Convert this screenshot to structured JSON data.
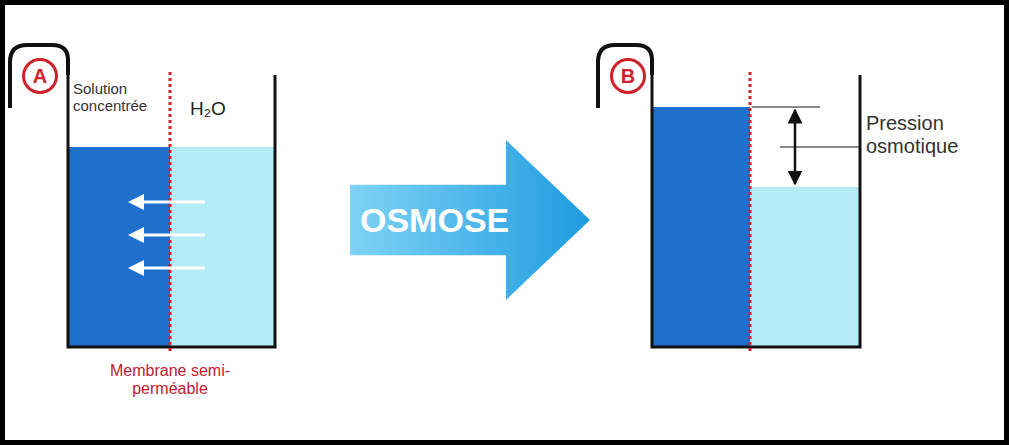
{
  "diagram": {
    "nodes": [
      {
        "text": [
          "A"
        ]
      },
      {
        "text": [
          "OSMOSE"
        ]
      },
      {
        "text": [
          "B"
        ]
      }
    ],
    "labels": [
      "Solution concentrée",
      "H₂O",
      "Membrane semi-perméable",
      "Pression osmotique"
    ]
  }
}
